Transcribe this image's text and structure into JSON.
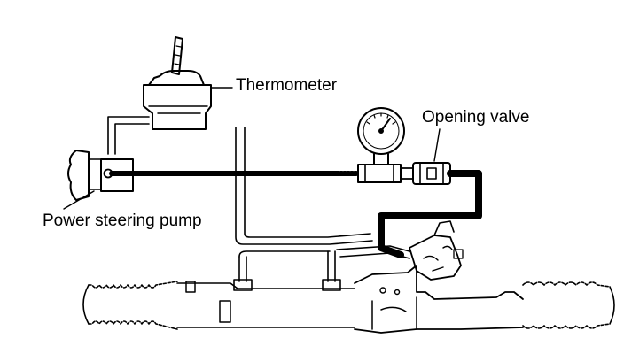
{
  "labels": {
    "thermometer": "Thermometer",
    "opening_valve": "Opening valve",
    "power_steering_pump": "Power steering pump"
  },
  "colors": {
    "ink": "#000000",
    "background": "#ffffff"
  }
}
